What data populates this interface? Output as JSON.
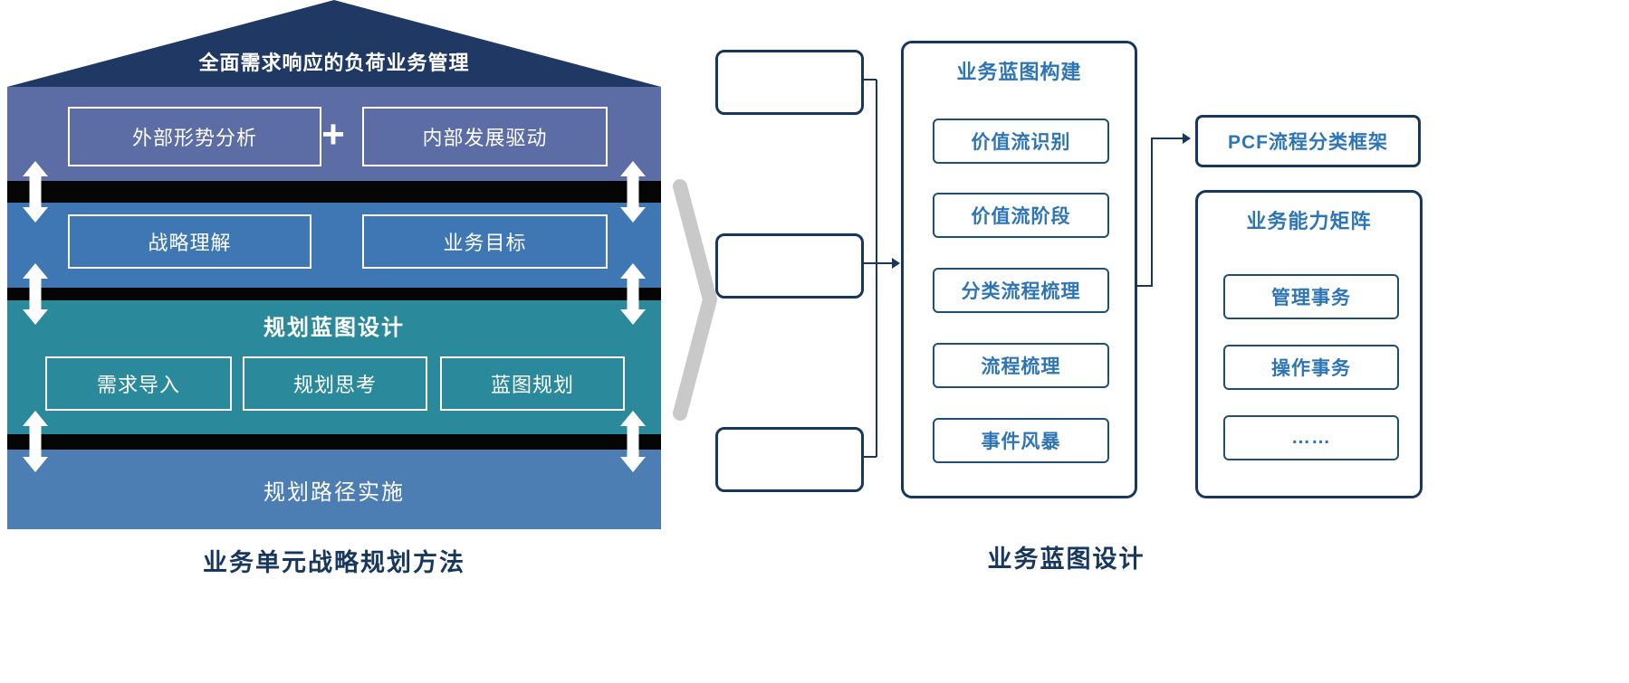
{
  "colors": {
    "navy": "#17375E",
    "roof": "#1F3864",
    "band1": "#5C6DA6",
    "band2": "#3F77B5",
    "band3": "#2A8A9B",
    "band4": "#4C7DB3",
    "boxborder": "#1F4E79",
    "blue": "#2E75B6",
    "chevron": "#C9C9C9"
  },
  "left": {
    "roof_title": "全面需求响应的负荷业务管理",
    "plus": "+",
    "band1": {
      "box1": "外部形势分析",
      "box2": "内部发展驱动"
    },
    "band2": {
      "box1": "战略理解",
      "box2": "业务目标"
    },
    "band3": {
      "title": "规划蓝图设计",
      "box1": "需求导入",
      "box2": "规划思考",
      "box3": "蓝图规划"
    },
    "band4": {
      "title": "规划路径实施"
    },
    "caption": "业务单元战略规划方法"
  },
  "right": {
    "flow": {
      "title": "业务蓝图构建",
      "steps": [
        "价值流识别",
        "价值流阶段",
        "分类流程梳理",
        "流程梳理",
        "事件风暴"
      ]
    },
    "pcf": "PCF流程分类框架",
    "matrix": {
      "title": "业务能力矩阵",
      "items": [
        "管理事务",
        "操作事务",
        "……"
      ]
    },
    "caption": "业务蓝图设计"
  }
}
